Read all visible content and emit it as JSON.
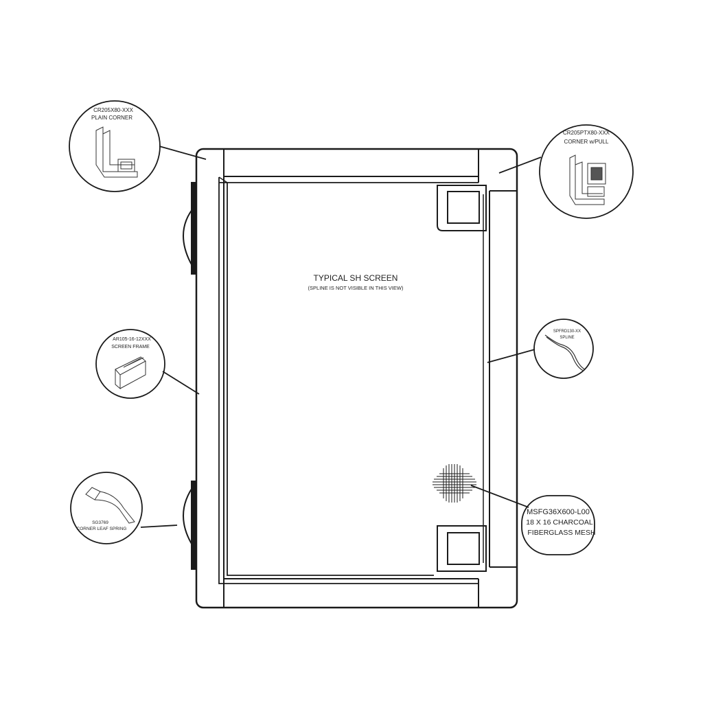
{
  "center": {
    "title": "TYPICAL SH SCREEN",
    "subtitle": "(SPLINE IS NOT VISIBLE IN THIS VIEW)"
  },
  "callouts": {
    "plain_corner": {
      "part": "CR205X80-XXX",
      "desc": "PLAIN CORNER"
    },
    "corner_pull": {
      "part": "CR205PTX80-XXX",
      "desc": "CORNER w/PULL"
    },
    "screen_frame": {
      "part": "AR105-16-12XXX",
      "desc": "SCREEN FRAME"
    },
    "spline": {
      "part": "SPFRD130-XX",
      "desc": "SPLINE"
    },
    "leaf_spring": {
      "part": "SG3769",
      "desc": "CORNER LEAF SPRING"
    },
    "mesh": {
      "part": "MSFG36X600-L00",
      "desc1": "18 X 16 CHARCOAL",
      "desc2": "FIBERGLASS MESH"
    }
  }
}
